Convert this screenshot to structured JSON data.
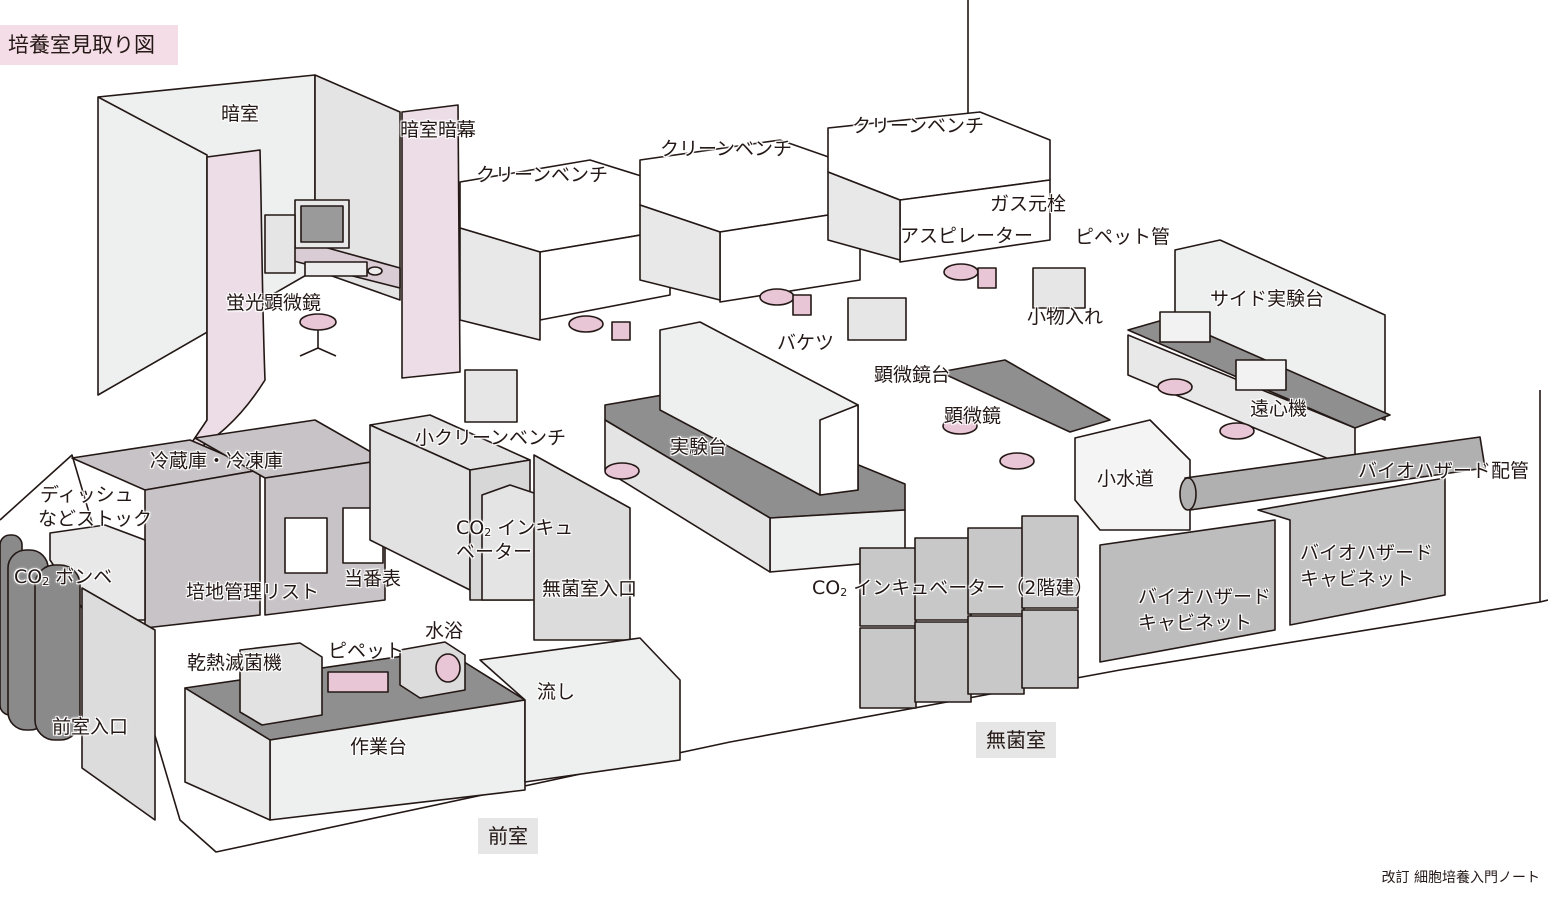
{
  "title": "培養室見取り図",
  "credit": "改訂 細胞培養入門ノート",
  "colors": {
    "title_bg": "#f5dde7",
    "curtain": "#ecdde6",
    "stool_pink": "#e9c6d6",
    "fridge": "#c7c3c6",
    "bench_top": "#8f8f8f",
    "wall": "#eeefef",
    "outline": "#231815",
    "room_tag_bg": "#e7e6e6",
    "cabinet": "#bdbdbd"
  },
  "rooms": {
    "anteroom": "前室",
    "clean_room": "無菌室"
  },
  "labels": {
    "darkroom": "暗室",
    "darkroom_curtain": "暗室暗幕",
    "fluorescence_microscope": "蛍光顕微鏡",
    "clean_bench_1": "クリーンベンチ",
    "clean_bench_2": "クリーンベンチ",
    "clean_bench_3": "クリーンベンチ",
    "gas_valve": "ガス元栓",
    "aspirator": "アスピレーター",
    "pipette_tube": "ピペット管",
    "side_bench": "サイド実験台",
    "small_storage": "小物入れ",
    "bucket": "バケツ",
    "microscope_table": "顕微鏡台",
    "microscope": "顕微鏡",
    "centrifuge": "遠心機",
    "fridge_freezer": "冷蔵庫・冷凍庫",
    "dish_stock_line1": "ディッシュ",
    "dish_stock_line2": "などストック",
    "co2_cylinder_prefix": "CO",
    "co2_cylinder_sub": "2",
    "co2_cylinder_suffix": " ボンベ",
    "medium_list": "培地管理リスト",
    "duty_roster": "当番表",
    "small_clean_bench": "小クリーンベンチ",
    "lab_bench": "実験台",
    "co2_incubator_prefix": "CO",
    "co2_incubator_sub": "2",
    "co2_incubator_line1_suffix": " インキュ",
    "co2_incubator_line2": "ベーター",
    "clean_room_entrance": "無菌室入口",
    "small_tap": "小水道",
    "biohazard_pipe": "バイオハザード配管",
    "co2_incubator_2tier_prefix": "CO",
    "co2_incubator_2tier_sub": "2",
    "co2_incubator_2tier_suffix": " インキュベーター（2階建）",
    "biohazard_cabinet_1_line1": "バイオハザード",
    "biohazard_cabinet_1_line2": "キャビネット",
    "biohazard_cabinet_2_line1": "バイオハザード",
    "biohazard_cabinet_2_line2": "キャビネット",
    "dry_heat_sterilizer": "乾熱滅菌機",
    "pipette": "ピペット",
    "water_bath": "水浴",
    "sink": "流し",
    "workbench": "作業台",
    "anteroom_entrance": "前室入口"
  }
}
